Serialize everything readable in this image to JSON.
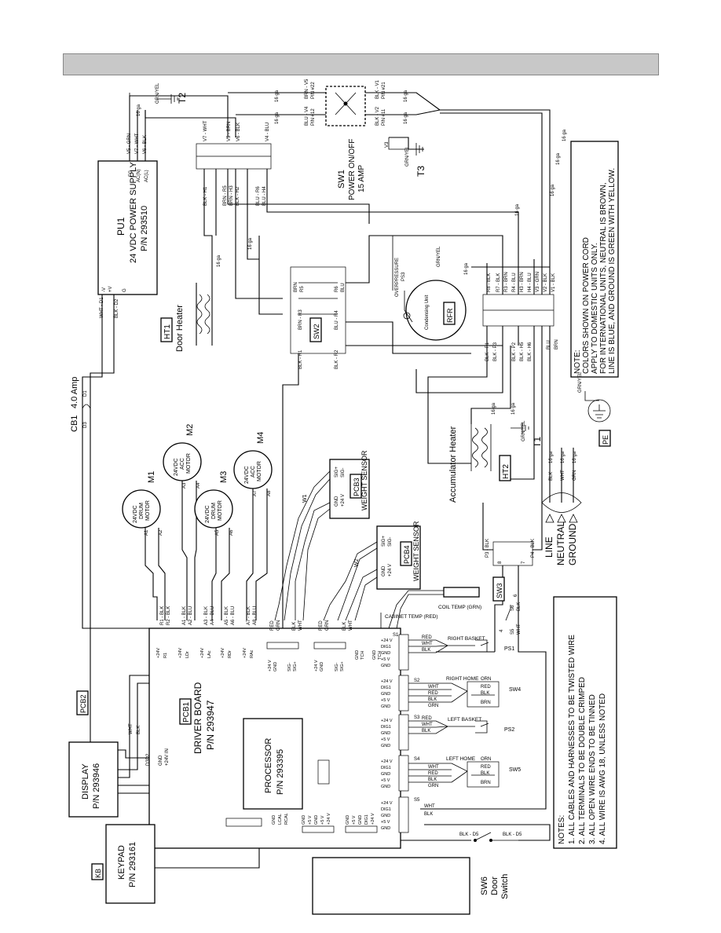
{
  "header": {
    "title": ""
  },
  "colors": {
    "header_bg": "#c8c8c8",
    "ink": "#000000",
    "paper": "#ffffff"
  },
  "diagram": {
    "power_supply": {
      "id": "PU1",
      "name": "24 VDC POWER SUPPLY",
      "pn": "P/N 293510",
      "pins_top": [
        "-V",
        "+V",
        "G"
      ],
      "pins_bottom": [
        "FG",
        "AC(N)",
        "AC(L)"
      ],
      "wires_top": [
        "WHT - D1",
        "BLK - D2"
      ],
      "wires_bottom": [
        "V5 - GRN",
        "V7 - WHT",
        "V6 - BLK"
      ]
    },
    "sw1": {
      "id": "SW1",
      "lines": [
        "POWER ON/OFF",
        "15 AMP"
      ],
      "pins": [
        "BRN - V5",
        "PIN #22",
        "BLU - V4",
        "PIN #12",
        "BLK - V1",
        "PIN #21",
        "BLK - V2",
        "PIN #11"
      ]
    },
    "t2": "T2",
    "t3": "T3",
    "t1": "T1",
    "grnyel": "GRN/YEL",
    "gauge": "16 ga",
    "ht1": {
      "id": "HT1",
      "name": "Door Heater"
    },
    "ht2": {
      "id": "HT2",
      "name": "Accumulator Heater"
    },
    "sw2": {
      "id": "SW2",
      "pins": [
        "BRN",
        "R5",
        "BRN - R3",
        "BLK - R1",
        "R6",
        "BLU",
        "BLU - R4",
        "BLK - R2"
      ],
      "nums": [
        "6",
        "7",
        "1",
        "2",
        "3",
        "4"
      ]
    },
    "harness_v": [
      "V7 - WHT",
      "V5 - BRN",
      "V6 - BLK",
      "V4 - BLU",
      "V3"
    ],
    "harness_h": [
      "BLK - H1",
      "BRN - R5",
      "BRN - H3",
      "BLK - H2",
      "BLU - R6",
      "BLU - H4"
    ],
    "refr": {
      "id": "RFR",
      "name": "Condensing Unit",
      "ps": "PS3",
      "ps_label": "OVERPRESSURE"
    },
    "relay_labels": [
      "R8 - BLK",
      "R7 - BLK",
      "R3 - BRN",
      "R4 - BLU",
      "H3 - BRN",
      "H4 - BLU",
      "V2 - BLK",
      "V1 - BLK",
      "V3 - GRN"
    ],
    "pcb_wire_labels": [
      "BLK - P1",
      "BLK - P3",
      "BLK - P2",
      "BLK - H5",
      "BLK - H6",
      "BLU",
      "BRN"
    ],
    "note": [
      "NOTE:",
      "COLORS SHOWN ON POWER CORD",
      "APPLY TO DOMESTIC UNITS ONLY.",
      "FOR INTERNATIONAL UNITS, NEUTRAL IS BROWN,",
      "LINE IS BLUE, AND GROUND IS GREEN WITH YELLOW."
    ],
    "cb1": {
      "id": "CB1",
      "rating": "4.0 Amp",
      "d1": "D1",
      "d3": "D3"
    },
    "motors": [
      {
        "id": "M1",
        "lines": [
          "24VDC",
          "DRUM",
          "MOTOR"
        ],
        "pins": [
          "A1",
          "A2"
        ]
      },
      {
        "id": "M2",
        "lines": [
          "24VDC",
          "ACC",
          "MOTOR"
        ],
        "pins": [
          "A3",
          "A4"
        ]
      },
      {
        "id": "M3",
        "lines": [
          "24VDC",
          "DRUM",
          "MOTOR"
        ],
        "pins": [
          "A5",
          "A6"
        ]
      },
      {
        "id": "M4",
        "lines": [
          "24VDC",
          "ACC",
          "MOTOR"
        ],
        "pins": [
          "A7",
          "A8"
        ]
      }
    ],
    "pcb3": {
      "id": "PCB3",
      "name": "WEIGHT SENSOR",
      "pins": [
        "SIG+",
        "SIG-",
        "GND",
        "+24 V"
      ],
      "wire": "W1"
    },
    "pcb4": {
      "id": "PCB4",
      "name": "WEIGHT SENSOR",
      "pins": [
        "SIG+",
        "SIG-",
        "GND",
        "+24 V"
      ],
      "wire": "W2"
    },
    "power_cord": {
      "labels": [
        "LINE",
        "NEUTRAL",
        "GROUND"
      ],
      "wires": [
        "BLK",
        "WHT",
        "GRN"
      ],
      "pe": "PE"
    },
    "sw3": {
      "id": "SW3",
      "pins": [
        "P3 - BLK",
        "P4 - BLK",
        "8",
        "7",
        "S6",
        "BLK",
        "S5",
        "WHT",
        "4",
        "6"
      ]
    },
    "coil_temp": "COIL TEMP (GRN)",
    "cabinet_temp": "CABINET TEMP (RED)",
    "pcb1": {
      "id": "PCB1",
      "name": "DRIVER BOARD",
      "pn": "P/N 293947",
      "motor_wires": [
        "R1 - BLK",
        "R2 - BLK",
        "A1 - BLK",
        "A2 - BLU",
        "A3 - BLK",
        "A4 - BLU",
        "A5 - BLK",
        "A6 - BLU",
        "A7 - BLK",
        "A8 - BLU"
      ],
      "motor_pins": [
        "+24V",
        "R1",
        "+24V",
        "LDr",
        "+24V",
        "LAc",
        "+24V",
        "RDr",
        "+24V",
        "RAc"
      ],
      "sensor_pins": [
        "+24 V",
        "GND",
        "SIG-",
        "SIG+",
        "+24 V",
        "GND",
        "SIG-",
        "SIG+",
        "GND",
        "TCH",
        "GND",
        "TCH"
      ],
      "sensor_wires": [
        "RED",
        "GRN",
        "BLK",
        "WHT",
        "RED",
        "GRN",
        "BLK",
        "WHT"
      ],
      "left_pins": [
        "GND",
        "+24V IN"
      ],
      "d_ref": "D3D2",
      "bottom_pins": [
        "GND",
        "LCAL",
        "RCAL",
        "GND",
        "+5 V",
        "GND",
        "+5 V",
        "+24 V",
        "GND",
        "+5 V",
        "GND",
        "DIG1",
        "+24 V"
      ]
    },
    "processor": {
      "name": "PROCESSOR",
      "pn": "P/N 293395"
    },
    "connectors": [
      {
        "id": "S1",
        "pins": [
          "+24 V",
          "DIG1",
          "GND",
          "+5 V",
          "GND"
        ]
      },
      {
        "id": "S2",
        "pins": [
          "+24 V",
          "DIG1",
          "GND",
          "+5 V",
          "GND"
        ]
      },
      {
        "id": "S3",
        "pins": [
          "+24 V",
          "DIG1",
          "GND",
          "+5 V",
          "GND"
        ]
      },
      {
        "id": "S4",
        "pins": [
          "+24 V",
          "DIG1",
          "GND",
          "+5 V",
          "GND"
        ]
      },
      {
        "id": "S5",
        "pins": [
          "+24 V",
          "DIG1",
          "GND",
          "+5 V",
          "GND"
        ]
      }
    ],
    "ps1": {
      "id": "PS1",
      "name": "RIGHT BASKET",
      "wires": [
        "RED",
        "WHT",
        "BLK"
      ]
    },
    "sw4": {
      "id": "SW4",
      "name": "RIGHT HOME",
      "wires": [
        "ORN",
        "WHT",
        "RED",
        "BLK",
        "GRN",
        "BLK",
        "RED",
        "BRN"
      ]
    },
    "ps2": {
      "id": "PS2",
      "name": "LEFT BASKET",
      "wires": [
        "RED",
        "WHT",
        "BLK"
      ]
    },
    "sw5": {
      "id": "SW5",
      "name": "LEFT HOME",
      "wires": [
        "ORN",
        "WHT",
        "RED",
        "BLK",
        "GRN",
        "BLK",
        "RED",
        "BRN"
      ]
    },
    "s5_wires": [
      "WHT",
      "BLK"
    ],
    "sw6": {
      "id": "SW6",
      "lines": [
        "Door",
        "Switch"
      ],
      "wires": [
        "BLK - D5",
        "BLK - D5"
      ]
    },
    "display": {
      "id": "PCB2",
      "name": "DISPLAY",
      "pn": "P/N 293946",
      "wires": [
        "WHT",
        "BLK"
      ]
    },
    "keypad": {
      "id": "KB",
      "name": "KEYPAD",
      "pn": "P/N 293161"
    },
    "notes": [
      "NOTES:",
      "1. ALL CABLES AND HARNESSES TO BE TWISTED WIRE",
      "2. ALL TERMINALS TO BE DOUBLE CRIMPED",
      "3. ALL OPEN WIRE ENDS TO BE TINNED",
      "4. ALL WIRE IS AWG 18, UNLESS NOTED"
    ]
  }
}
